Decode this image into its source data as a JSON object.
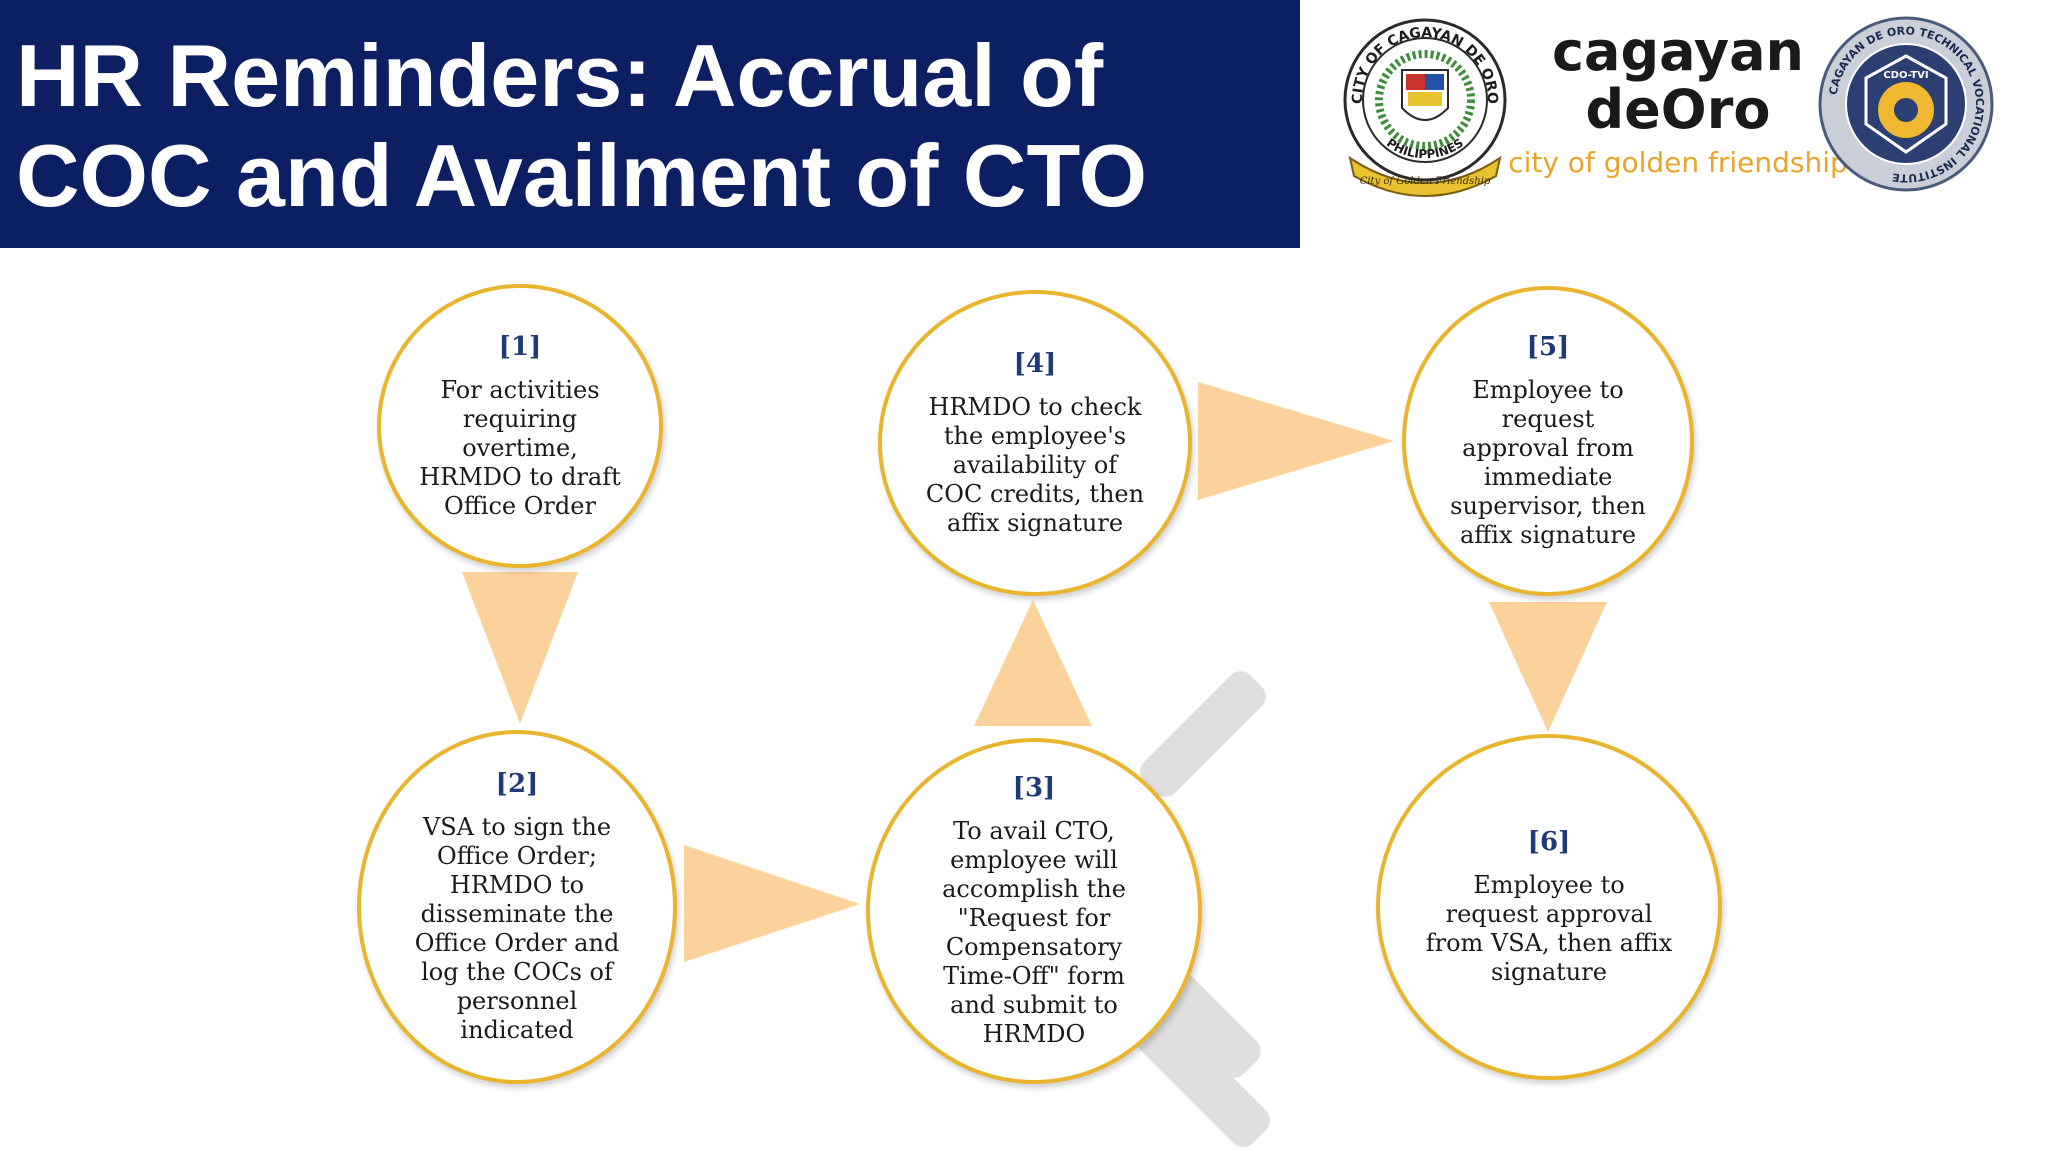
{
  "title": {
    "line1": "HR Reminders: Accrual of",
    "line2": "COC and Availment of CTO"
  },
  "logos": {
    "seal_top_text": "CITY OF CAGAYAN DE ORO",
    "seal_bottom_text": "PHILIPPINES",
    "seal_ribbon_text": "City of Golden Friendship",
    "wordmark_line1": "cagayan",
    "wordmark_line2": "deOro",
    "wordmark_tagline": "city of golden friendship",
    "institute_ring_text": "CAGAYAN DE ORO TECHNICAL VOCATIONAL INSTITUTE",
    "institute_abbr": "CDO-TVI"
  },
  "colors": {
    "banner": "#0c1f63",
    "circle_border": "#e9b52f",
    "arrow": "#fcd29c",
    "step_number": "#1f3a78",
    "tagline": "#e7a62b"
  },
  "steps": [
    {
      "number": "[1]",
      "text": "For activities\nrequiring\novertime,\nHRMDO to draft\nOffice Order"
    },
    {
      "number": "[2]",
      "text": "VSA to sign the\nOffice Order;\nHRMDO to\ndisseminate the\nOffice Order and\nlog the COCs of\npersonnel\nindicated"
    },
    {
      "number": "[3]",
      "text": "To avail CTO,\nemployee will\naccomplish the\n\"Request for\nCompensatory\nTime-Off\" form\nand submit to\nHRMDO"
    },
    {
      "number": "[4]",
      "text": "HRMDO to check\nthe employee's\navailability of\nCOC credits, then\naffix signature"
    },
    {
      "number": "[5]",
      "text": "Employee to\nrequest\napproval from\nimmediate\nsupervisor, then\naffix signature"
    },
    {
      "number": "[6]",
      "text": "Employee to\nrequest approval\nfrom VSA, then affix\nsignature"
    }
  ]
}
